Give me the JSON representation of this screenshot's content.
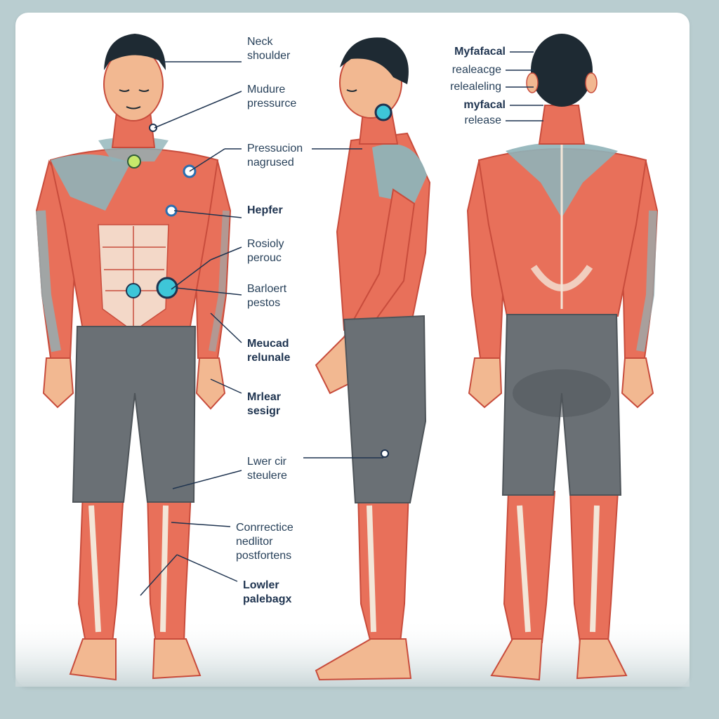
{
  "colors": {
    "background": "#b9cdd0",
    "panel": "#ffffff",
    "muscle": "#e8705a",
    "muscle_dark": "#c84c3c",
    "fascia": "#8fb3b8",
    "shorts": "#6a7075",
    "skin": "#f2b891",
    "hair": "#1e2a33",
    "marker": "#3ec6d8",
    "label_text": "#28415a",
    "leader_line": "#1f3450"
  },
  "labels": [
    {
      "id": "neck-shoulder-1",
      "line1": "Neck",
      "line2": "shoulder",
      "bold": false
    },
    {
      "id": "muscle-pressure",
      "line1": "Mudure",
      "line2": "pressurce",
      "bold": false
    },
    {
      "id": "pressure-release",
      "line1": "Pressucion",
      "line2": "nagrused",
      "bold": false
    },
    {
      "id": "helper",
      "line1": "Hepfer",
      "line2": "",
      "bold": true
    },
    {
      "id": "posture-1",
      "line1": "Rosioly",
      "line2": "perouc",
      "bold": false
    },
    {
      "id": "back-posture",
      "line1": "Barloert",
      "line2": "pestos",
      "bold": false
    },
    {
      "id": "muscle-release",
      "line1": "Meucad",
      "line2": "relunale",
      "bold": true
    },
    {
      "id": "myofascial-design",
      "line1": "Mrlear",
      "line2": "sesigr",
      "bold": true
    },
    {
      "id": "lower-shoulder",
      "line1": "Lwer cir",
      "line2": "steulere",
      "bold": false
    },
    {
      "id": "connective-tissue",
      "line1": "Conrrectice",
      "line2": "nedlitor",
      "line3": "postfortens",
      "bold": false
    },
    {
      "id": "lower-back",
      "line1": "Lowler",
      "line2": "palebagx",
      "bold": true
    },
    {
      "id": "myofascial-1",
      "line1": "Myfafacal",
      "line2": "",
      "bold": true
    },
    {
      "id": "release-1",
      "line1": "realeacge",
      "line2": "",
      "bold": false
    },
    {
      "id": "releasing",
      "line1": "relealeling",
      "line2": "",
      "bold": false
    },
    {
      "id": "myofascial-2",
      "line1": "myfacal",
      "line2": "",
      "bold": true
    },
    {
      "id": "release-2",
      "line1": "release",
      "line2": "",
      "bold": false
    }
  ]
}
